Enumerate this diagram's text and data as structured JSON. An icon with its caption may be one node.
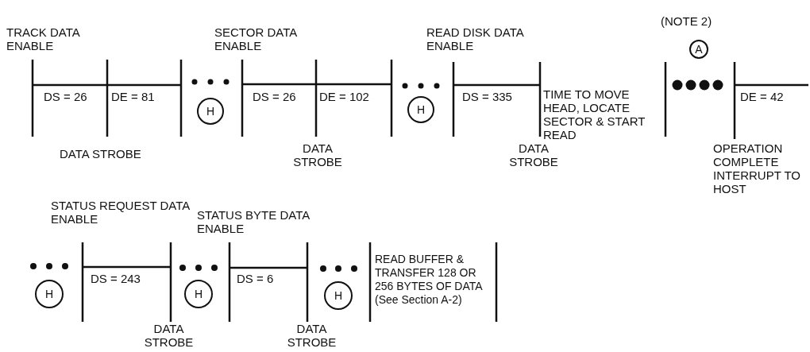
{
  "diagram": {
    "nodes": [
      {
        "text": [
          "H"
        ]
      },
      {
        "text": [
          "H"
        ]
      },
      {
        "text": [
          "A"
        ],
        "beside": [
          "(NOTE 2)"
        ]
      },
      {
        "text": [
          "H"
        ]
      },
      {
        "text": [
          "H"
        ]
      },
      {
        "text": [
          "H"
        ]
      }
    ],
    "labels": [
      "TRACK DATA ENABLE",
      "SECTOR DATA ENABLE",
      "READ DISK DATA ENABLE",
      "DS = 26",
      "DE = 81",
      "DS = 26",
      "DE = 102",
      "DS = 335",
      "TIME TO MOVE HEAD, LOCATE SECTOR & START READ",
      "DE = 42",
      "DATA STROBE",
      "DATA STROBE",
      "DATA STROBE",
      "OPERATION COMPLETE INTERRUPT TO HOST",
      "STATUS REQUEST DATA ENABLE",
      "STATUS BYTE DATA ENABLE",
      "DS = 243",
      "DS = 6",
      "READ BUFFER & TRANSFER 128 OR 256 BYTES OF DATA (See Section A-2)",
      "DATA STROBE",
      "DATA STROBE"
    ]
  }
}
